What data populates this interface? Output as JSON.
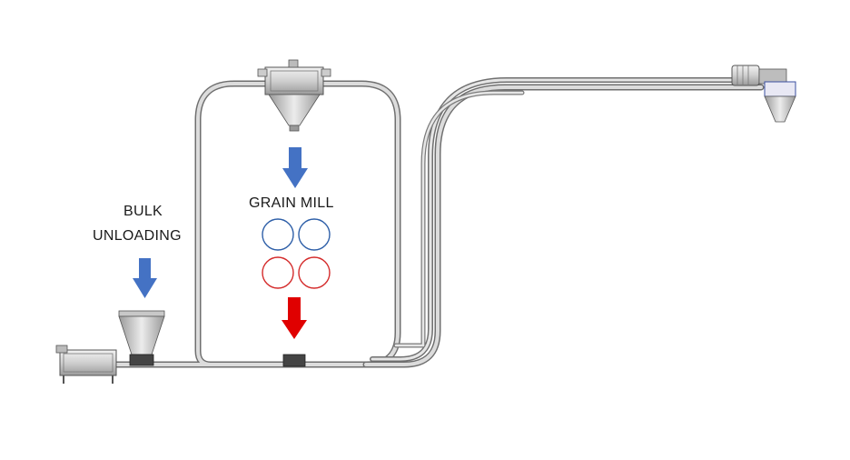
{
  "labels": {
    "bulk_line1": "BULK",
    "bulk_line2": "UNLOADING",
    "grain_mill": "GRAIN MILL"
  },
  "colors": {
    "arrow_in": "#4472c4",
    "arrow_out": "#e00000",
    "roller_top": "#2e5fa8",
    "roller_bottom": "#d42a2a",
    "tube": "#c9c9c9",
    "tube_edge": "#6f6f6f",
    "equipment": "#d8d8d8"
  },
  "icons": {
    "down_arrow_in": "down-arrow-blue",
    "down_arrow_out": "down-arrow-red",
    "roller": "circle-outline"
  }
}
